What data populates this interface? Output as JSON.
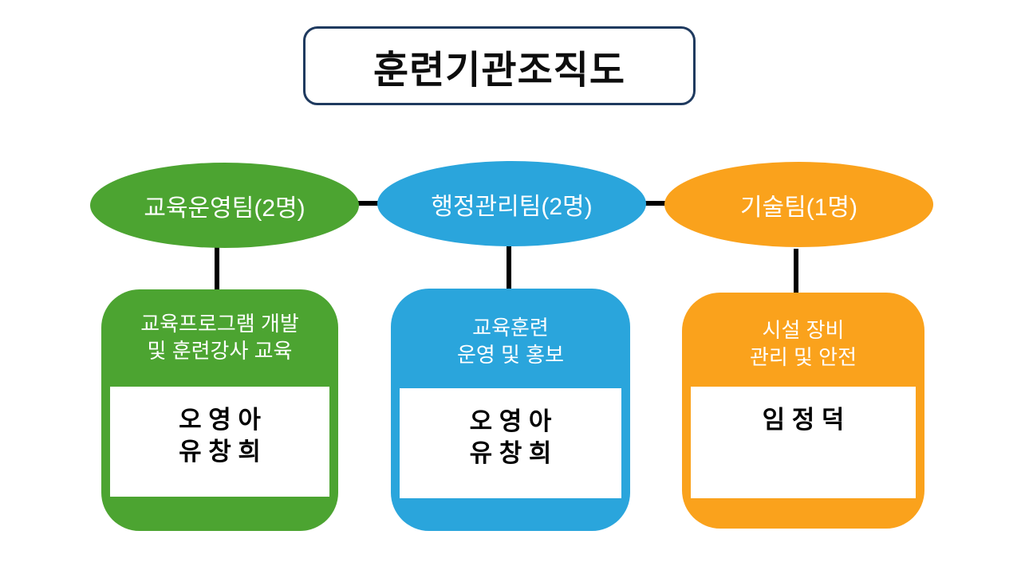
{
  "title": "훈련기관조직도",
  "colors": {
    "green": "#4ca431",
    "blue": "#2aa5dc",
    "orange": "#faa21c",
    "title_border": "#1f3a5f",
    "connector": "#000000"
  },
  "teams": [
    {
      "name": "교육운영팀(2명)",
      "role_line1": "교육프로그램 개발",
      "role_line2": "및 훈련강사 교육",
      "members": [
        "오 영 아",
        "유 창 희"
      ]
    },
    {
      "name": "행정관리팀(2명)",
      "role_line1": "교육훈련",
      "role_line2": "운영 및 홍보",
      "members": [
        "오 영 아",
        "유 창 희"
      ]
    },
    {
      "name": "기술팀(1명)",
      "role_line1": "시설 장비",
      "role_line2": "관리 및 안전",
      "members": [
        "임 정 덕"
      ]
    }
  ]
}
